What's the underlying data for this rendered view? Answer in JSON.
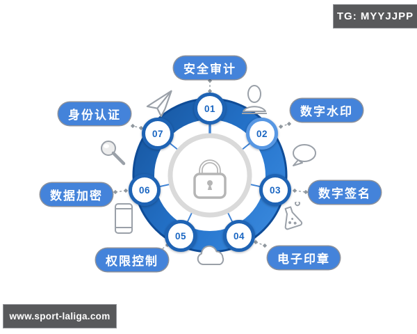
{
  "watermarks": {
    "top_right": "TG: MYYJJPP",
    "bottom_left": "www.sport-laliga.com",
    "badge_bg": "#58595b",
    "badge_text_color": "#ffffff"
  },
  "diagram": {
    "type": "circular-hub-infographic",
    "center_icon": "lock",
    "features": [
      {
        "number": "01",
        "label": "安全审计"
      },
      {
        "number": "02",
        "label": "数字水印"
      },
      {
        "number": "03",
        "label": "数字签名"
      },
      {
        "number": "04",
        "label": "电子印章"
      },
      {
        "number": "05",
        "label": "权限控制"
      },
      {
        "number": "06",
        "label": "数据加密"
      },
      {
        "number": "07",
        "label": "身份认证"
      }
    ],
    "decorative_icons": [
      "paper-plane",
      "person",
      "speech-bubble",
      "flask",
      "cloud",
      "smartphone",
      "magnifier"
    ],
    "colors": {
      "ring_gradient_light": "#3c8ce2",
      "ring_gradient_dark": "#1a5cad",
      "ring_edge": "#0f4c97",
      "node_ring": "#1e63b4",
      "node_ring_light": "#5797e3",
      "number_text": "#1a66c2",
      "label_pill": "#4483da",
      "label_text": "#ffffff",
      "spoke": "#3e82d4",
      "center_ring": "#dadada",
      "lock": "#b5b5b5",
      "connector": "#8f979e"
    }
  }
}
